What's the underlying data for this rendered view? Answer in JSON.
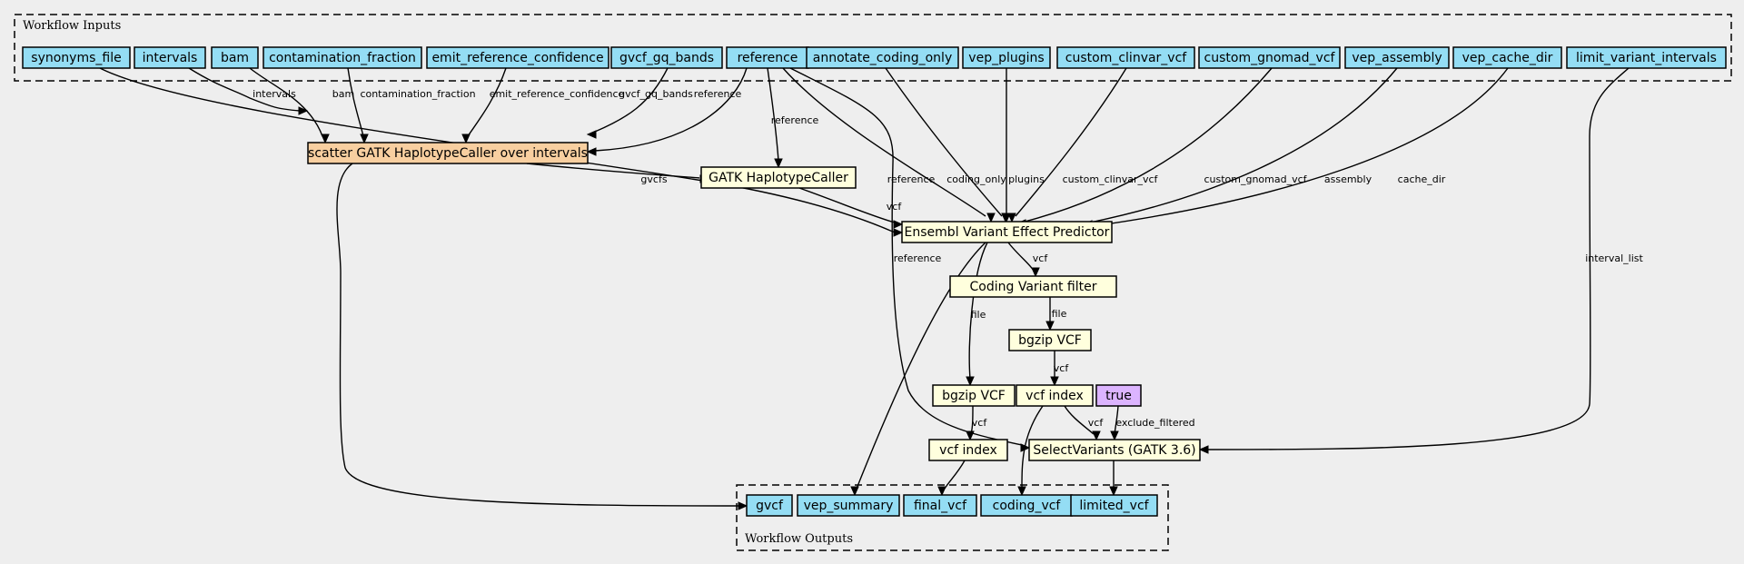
{
  "colors": {
    "background": "#eeeeee",
    "input_fill": "#94ddf4",
    "output_fill": "#94ddf4",
    "step_fill": "#ffffdd",
    "scatter_fill": "#f8cfa0",
    "constant_fill": "#dcb4ff"
  },
  "clusters": {
    "inputs": "Workflow Inputs",
    "outputs": "Workflow Outputs"
  },
  "nodes": {
    "in_synonyms": "synonyms_file",
    "in_intervals": "intervals",
    "in_bam": "bam",
    "in_contam": "contamination_fraction",
    "in_emitref": "emit_reference_confidence",
    "in_gqbands": "gvcf_gq_bands",
    "in_reference": "reference",
    "in_annot": "annotate_coding_only",
    "in_plugins": "vep_plugins",
    "in_clinvar": "custom_clinvar_vcf",
    "in_gnomad": "custom_gnomad_vcf",
    "in_assembly": "vep_assembly",
    "in_cache": "vep_cache_dir",
    "in_limit": "limit_variant_intervals",
    "st_scatter": "scatter GATK HaplotypeCaller over intervals",
    "st_gatkhc": "GATK HaplotypeCaller",
    "st_vep": "Ensembl Variant Effect Predictor",
    "st_codingfilter": "Coding Variant filter",
    "st_bgzip1": "bgzip VCF",
    "st_bgzip2": "bgzip VCF",
    "st_vcfindex1": "vcf index",
    "st_vcfindex2": "vcf index",
    "st_true": "true",
    "st_select": "SelectVariants (GATK 3.6)",
    "out_gvcf": "gvcf",
    "out_vepsum": "vep_summary",
    "out_final": "final_vcf",
    "out_coding": "coding_vcf",
    "out_limited": "limited_vcf"
  },
  "edges": {
    "e_intervals": "intervals",
    "e_bam": "bam",
    "e_contam": "contamination_fraction",
    "e_emitref": "emit_reference_confidence",
    "e_gqbands": "gvcf_gq_bands",
    "e_ref_scatter": "reference",
    "e_ref_gatkhc": "reference",
    "e_ref_vep": "reference",
    "e_ref_select": "reference",
    "e_synonyms": "synonyms_file",
    "e_gvcfs": "gvcfs",
    "e_codingonly": "coding_only",
    "e_plugins": "plugins",
    "e_clinvar": "custom_clinvar_vcf",
    "e_gnomad": "custom_gnomad_vcf",
    "e_assembly": "assembly",
    "e_cache": "cache_dir",
    "e_gatkhc_vep": "vcf",
    "e_vep_filter": "vcf",
    "e_vep_bgzip2": "file",
    "e_filter_bgzip1": "file",
    "e_bgzip1_index1": "vcf",
    "e_bgzip2_index2": "vcf",
    "e_index1_select": "vcf",
    "e_true_select": "exclude_filtered",
    "e_limit_select": "interval_list",
    "e_scatter_gvcf": "",
    "e_vep_vepsum": "",
    "e_index2_final": "",
    "e_index1_coding": "",
    "e_select_limited": ""
  }
}
